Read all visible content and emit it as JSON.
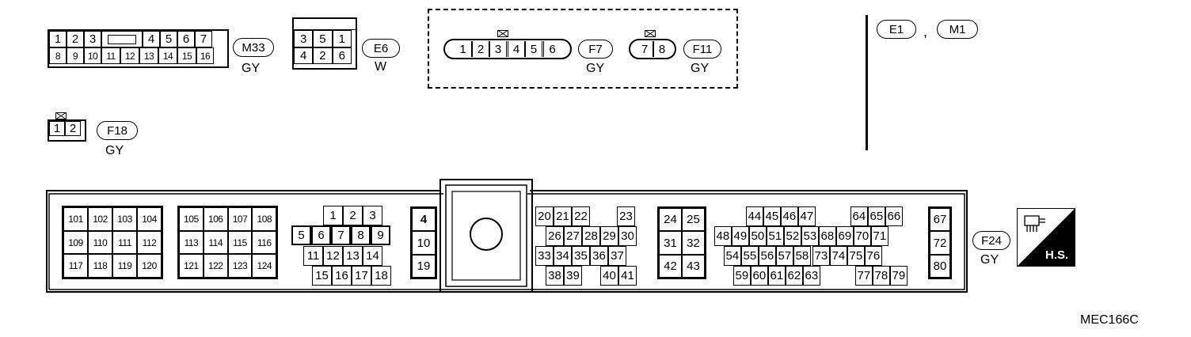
{
  "connectors": {
    "m33": {
      "id": "M33",
      "color": "GY",
      "row1": [
        "1",
        "2",
        "3",
        "",
        "4",
        "5",
        "6",
        "7"
      ],
      "row2": [
        "8",
        "9",
        "10",
        "11",
        "12",
        "13",
        "14",
        "15",
        "16"
      ]
    },
    "e6": {
      "id": "E6",
      "color": "W",
      "row1": [
        "3",
        "5",
        "1"
      ],
      "row2": [
        "4",
        "2",
        "6"
      ]
    },
    "f7": {
      "id": "F7",
      "color": "GY",
      "pins": [
        "1",
        "2",
        "3",
        "4",
        "5",
        "6"
      ]
    },
    "f11": {
      "id": "F11",
      "color": "GY",
      "pins": [
        "7",
        "8"
      ]
    },
    "f18": {
      "id": "F18",
      "color": "GY",
      "pins": [
        "1",
        "2"
      ]
    },
    "e1": {
      "id": "E1"
    },
    "m1": {
      "id": "M1"
    },
    "separator": ",",
    "f24": {
      "id": "F24",
      "color": "GY"
    },
    "ecm": {
      "block_a": [
        [
          "101",
          "102",
          "103",
          "104"
        ],
        [
          "109",
          "110",
          "111",
          "112"
        ],
        [
          "117",
          "118",
          "119",
          "120"
        ]
      ],
      "block_b": [
        [
          "105",
          "106",
          "107",
          "108"
        ],
        [
          "113",
          "114",
          "115",
          "116"
        ],
        [
          "121",
          "122",
          "123",
          "124"
        ]
      ],
      "block_c": [
        [
          "1",
          "2",
          "3"
        ],
        [
          "5",
          "6",
          "7",
          "8",
          "9"
        ],
        [
          "11",
          "12",
          "13",
          "14"
        ],
        [
          "15",
          "16",
          "17",
          "18"
        ]
      ],
      "block_d": [
        "4",
        "10",
        "19"
      ],
      "block_e": [
        [
          "20",
          "21",
          "22",
          "23"
        ],
        [
          "26",
          "27",
          "28",
          "29",
          "30"
        ],
        [
          "33",
          "34",
          "35",
          "36",
          "37"
        ],
        [
          "38",
          "39",
          "40",
          "41"
        ]
      ],
      "block_f": [
        [
          "24",
          "25"
        ],
        [
          "31",
          "32"
        ],
        [
          "42",
          "43"
        ]
      ],
      "block_g": [
        [
          "44",
          "45",
          "46",
          "47",
          "64",
          "65",
          "66"
        ],
        [
          "48",
          "49",
          "50",
          "51",
          "52",
          "53",
          "68",
          "69",
          "70",
          "71"
        ],
        [
          "54",
          "55",
          "56",
          "57",
          "58",
          "73",
          "74",
          "75",
          "76"
        ],
        [
          "59",
          "60",
          "61",
          "62",
          "63",
          "77",
          "78",
          "79"
        ]
      ],
      "block_h": [
        "67",
        "72",
        "80"
      ]
    }
  },
  "hs_label": "H.S.",
  "figure_code": "MEC166C"
}
